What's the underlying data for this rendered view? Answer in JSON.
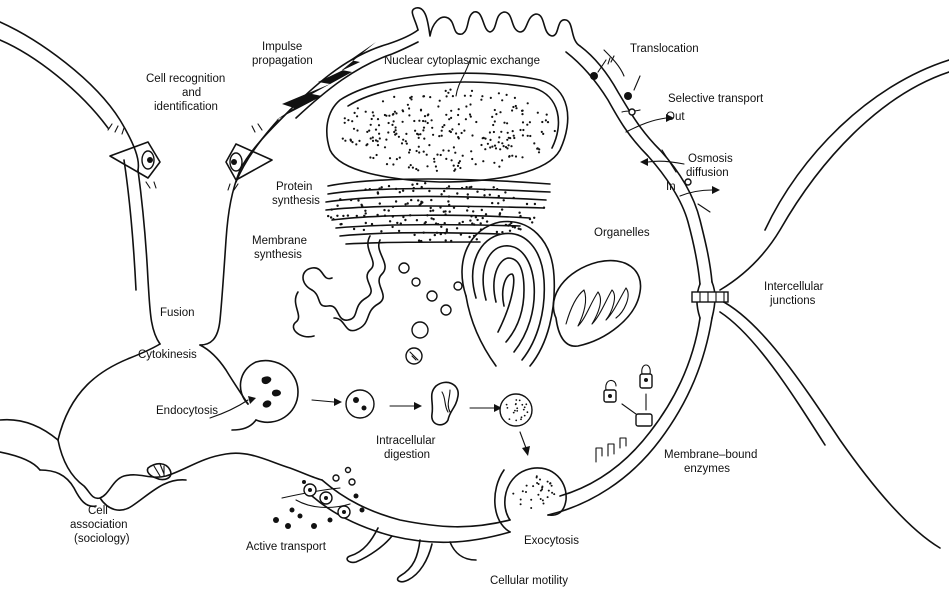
{
  "labels": {
    "impulse_propagation_1": "Impulse",
    "impulse_propagation_2": "propagation",
    "nuclear_exchange": "Nuclear cytoplasmic exchange",
    "translocation": "Translocation",
    "cell_recognition_1": "Cell recognition",
    "cell_recognition_2": "and",
    "cell_recognition_3": "identification",
    "selective_transport": "Selective transport",
    "out": "Out",
    "in": "In",
    "osmosis_1": "Osmosis",
    "osmosis_2": "diffusion",
    "protein_synthesis_1": "Protein",
    "protein_synthesis_2": "synthesis",
    "membrane_synthesis_1": "Membrane",
    "membrane_synthesis_2": "synthesis",
    "organelles": "Organelles",
    "intercellular_junctions_1": "Intercellular",
    "intercellular_junctions_2": "junctions",
    "fusion": "Fusion",
    "cytokinesis": "Cytokinesis",
    "endocytosis": "Endocytosis",
    "intracellular_digestion_1": "Intracellular",
    "intracellular_digestion_2": "digestion",
    "membrane_enzymes_1": "Membrane–bound",
    "membrane_enzymes_2": "enzymes",
    "cell_association_1": "Cell",
    "cell_association_2": "association",
    "cell_association_3": "(sociology)",
    "active_transport": "Active transport",
    "exocytosis": "Exocytosis",
    "cellular_motility": "Cellular motility"
  },
  "colors": {
    "ink": "#111111",
    "paper": "#ffffff"
  }
}
